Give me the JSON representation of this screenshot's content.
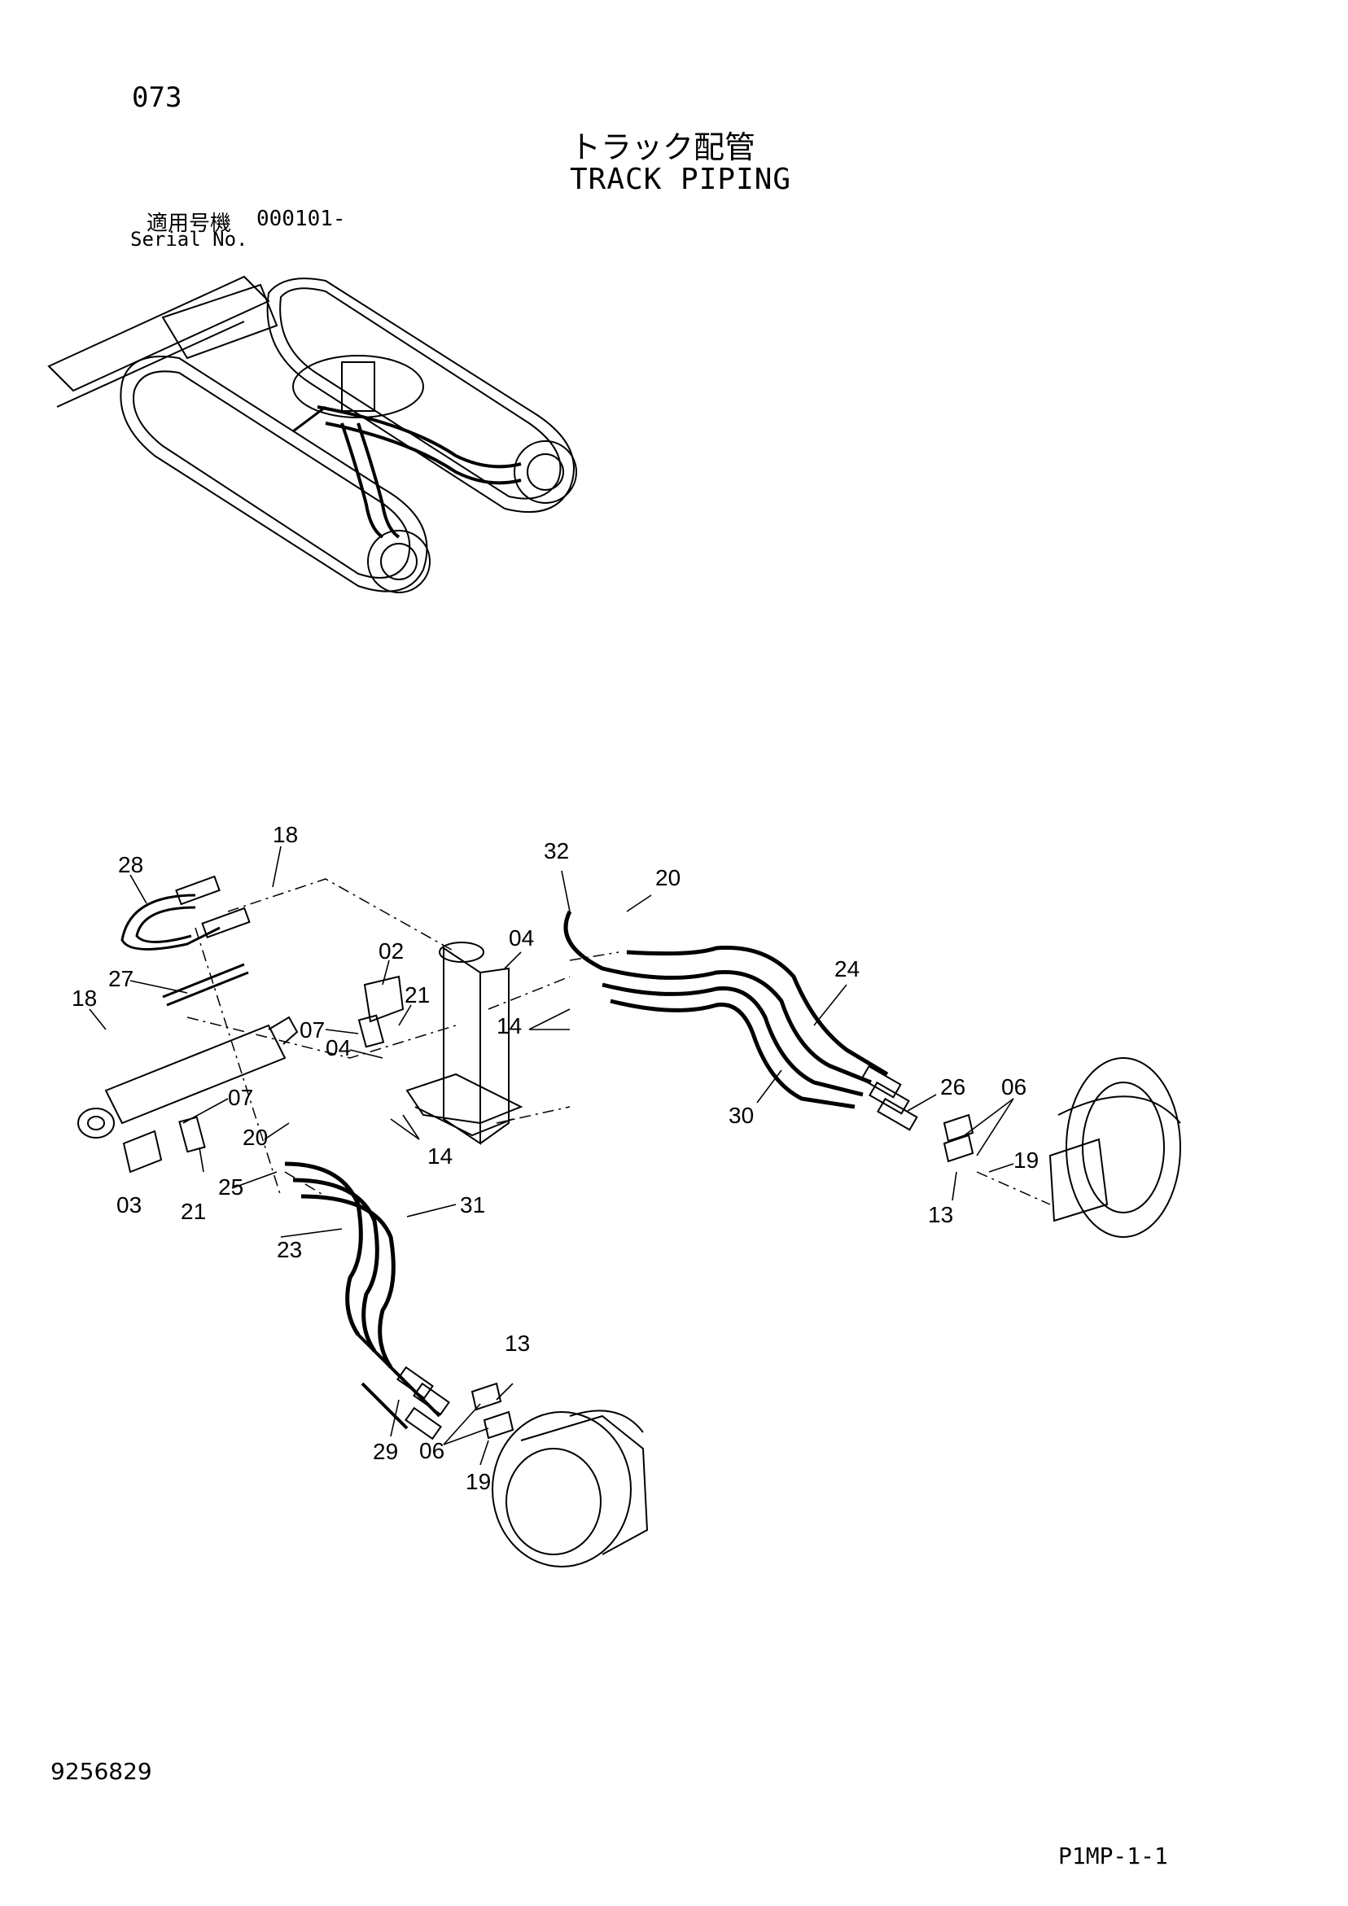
{
  "page_number": "073",
  "title_jp": "トラック配管",
  "title_en": "TRACK PIPING",
  "serial_label_jp": "適用号機",
  "serial_value": "000101-",
  "serial_label_en": "Serial No.",
  "document_number": "9256829",
  "page_code": "P1MP-1-1",
  "callouts": [
    "18",
    "28",
    "27",
    "18",
    "02",
    "21",
    "07",
    "04",
    "07",
    "20",
    "03",
    "21",
    "25",
    "23",
    "31",
    "29",
    "06",
    "19",
    "13",
    "32",
    "20",
    "04",
    "14",
    "14",
    "24",
    "30",
    "26",
    "06",
    "19",
    "13"
  ]
}
